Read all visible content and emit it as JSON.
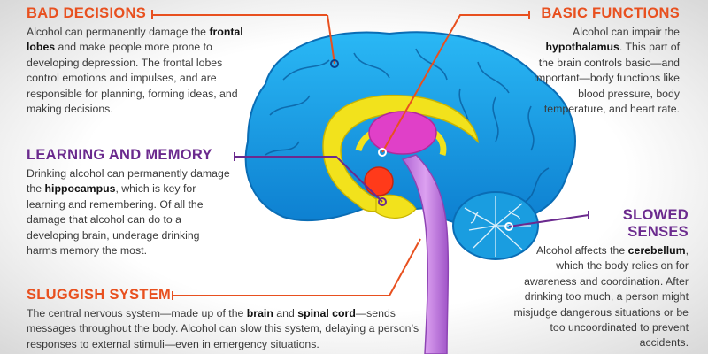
{
  "bad_decisions": {
    "title": "BAD DECISIONS",
    "text_1": "Alcohol can permanently damage the ",
    "bold": "frontal lobes",
    "text_2": " and make people more prone to developing depression. The frontal lobes control emotions and impulses, and are responsible for planning, forming ideas, and making decisions."
  },
  "basic_functions": {
    "title": "BASIC FUNCTIONS",
    "text_1": "Alcohol can impair the ",
    "bold": "hypothalamus",
    "text_2": ". This part of the brain controls basic—and important—body functions like blood pressure, body temperature, and heart rate."
  },
  "learning_memory": {
    "title": "LEARNING AND MEMORY",
    "text_1": "Drinking alcohol can permanently damage the ",
    "bold": "hippocampus",
    "text_2": ", which is key for learning and remembering. Of all the damage that alcohol can do to a developing brain, underage drinking harms memory the most."
  },
  "slowed_senses": {
    "title_line1": "SLOWED",
    "title_line2": "SENSES",
    "text_1": "Alcohol affects the ",
    "bold": "cerebellum",
    "text_2": ", which the body relies on for awareness and coordination. After drinking too much, a person might misjudge dangerous situations or be too uncoordinated to prevent accidents."
  },
  "sluggish_system": {
    "title": "SLUGGISH SYSTEM",
    "text_1": "The central nervous system—made up of the ",
    "bold_1": "brain",
    "text_2": " and ",
    "bold_2": "spinal cord",
    "text_3": "—sends messages throughout the body. Alcohol can slow this system, delaying a person’s responses to external stimuli—even in emergency situations."
  },
  "colors": {
    "orange": "#e8501f",
    "purple": "#6b2a8e",
    "cerebrum": "#1ea7ea",
    "limbic": "#f2e21c",
    "hypothalamus": "#e040c8",
    "hippocampus": "#ff3a1a",
    "brainstem": "#c77be0"
  }
}
